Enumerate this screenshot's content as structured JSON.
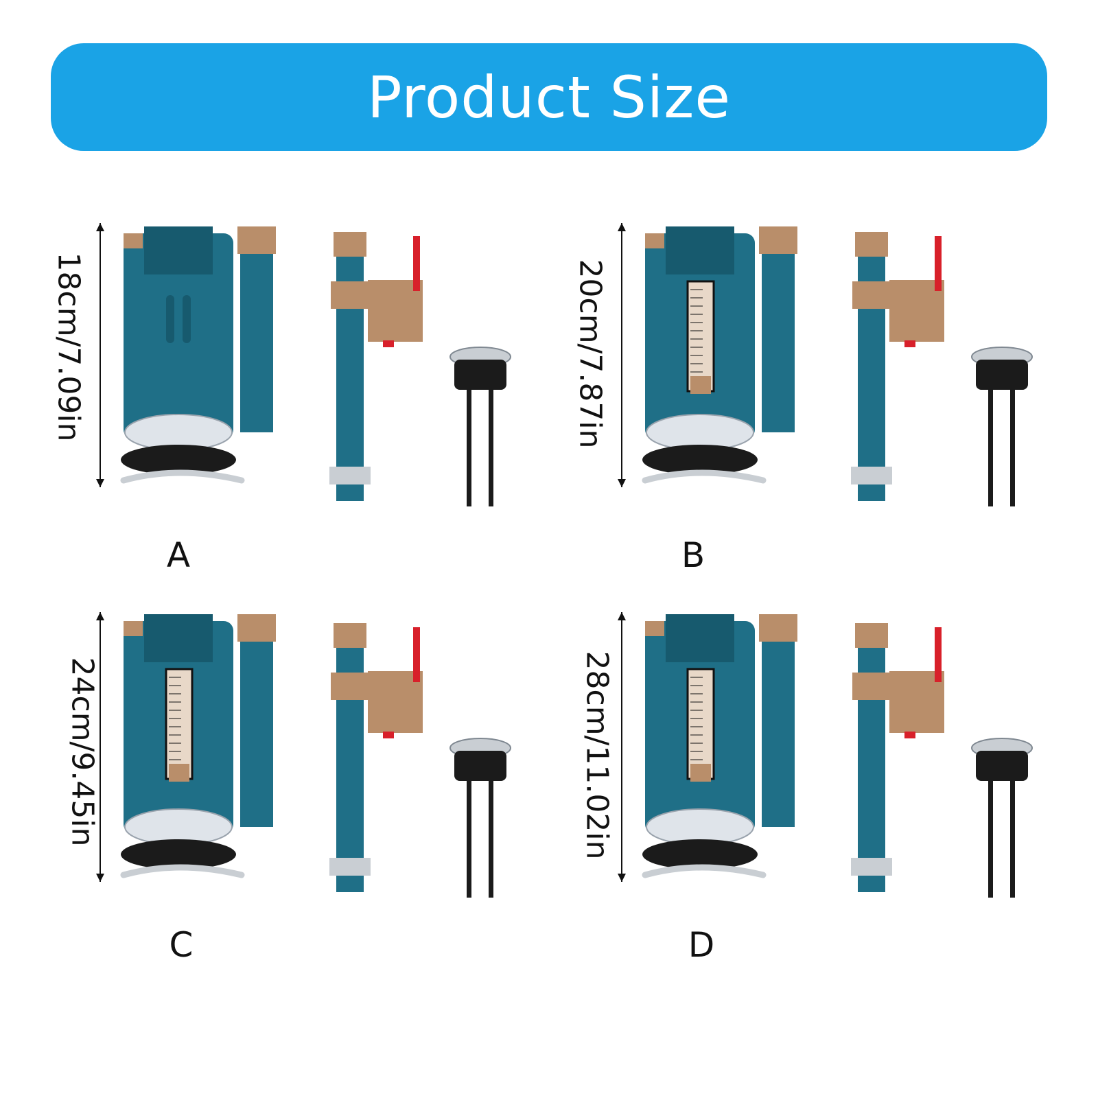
{
  "banner": {
    "title": "Product Size",
    "color": "#1aa3e6"
  },
  "colors": {
    "body": "#1f6f87",
    "body_dark": "#175a6e",
    "tan": "#b98e6a",
    "chrome": "#c9ced3",
    "black": "#1b1b1b",
    "red": "#d8202a"
  },
  "variants": [
    {
      "letter": "A",
      "dimension": "18cm/7.09in",
      "has_scale": false
    },
    {
      "letter": "B",
      "dimension": "20cm/7.87in",
      "has_scale": true
    },
    {
      "letter": "C",
      "dimension": "24cm/9.45in",
      "has_scale": true
    },
    {
      "letter": "D",
      "dimension": "28cm/11.02in",
      "has_scale": true
    }
  ]
}
